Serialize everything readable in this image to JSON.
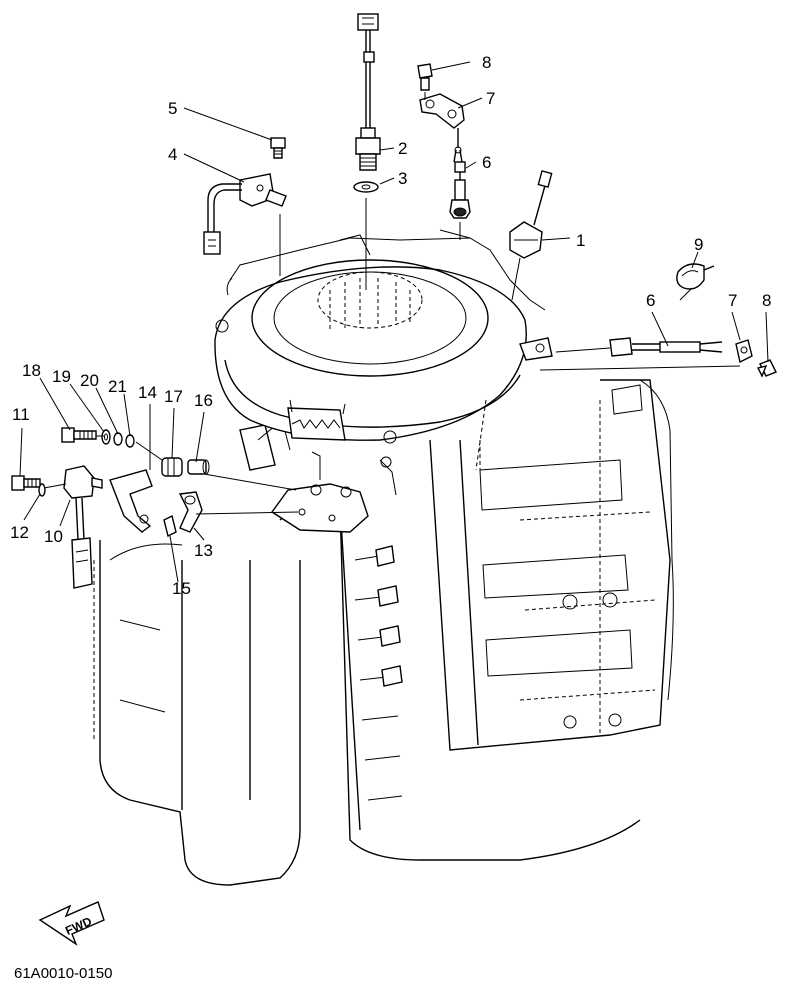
{
  "diagram": {
    "callouts": {
      "c1": "1",
      "c2": "2",
      "c3": "3",
      "c4": "4",
      "c5": "5",
      "c6a": "6",
      "c6b": "6",
      "c7a": "7",
      "c7b": "7",
      "c8a": "8",
      "c8b": "8",
      "c9": "9",
      "c10": "10",
      "c11": "11",
      "c12": "12",
      "c13": "13",
      "c14": "14",
      "c15": "15",
      "c16": "16",
      "c17": "17",
      "c18": "18",
      "c19": "19",
      "c20": "20",
      "c21": "21"
    },
    "fwd_label": "FWD",
    "figure_code": "61A0010-0150"
  }
}
